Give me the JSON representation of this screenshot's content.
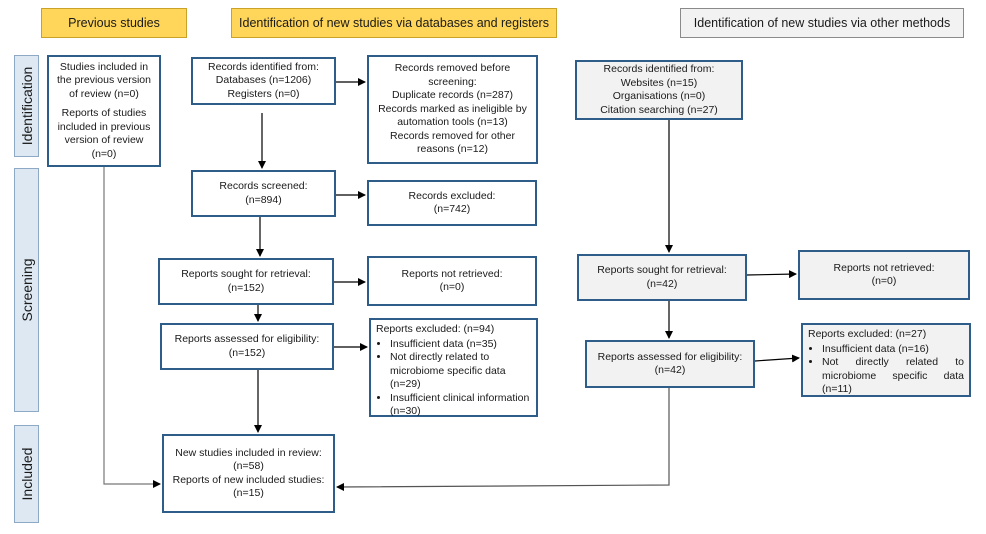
{
  "headers": {
    "previous": "Previous studies",
    "databases": "Identification of new studies via databases and registers",
    "other": "Identification of new studies via other methods"
  },
  "stages": [
    "Identification",
    "Screening",
    "Included"
  ],
  "previous": {
    "lines": [
      "Studies included in",
      "the previous version",
      "of review (n=0)",
      "",
      "Reports of studies",
      "included in previous",
      "version of review",
      "(n=0)"
    ]
  },
  "db": {
    "identified": [
      "Records identified from:",
      "Databases (n=1206)",
      "Registers (n=0)"
    ],
    "removed": [
      "Records removed before",
      "screening:",
      "Duplicate records (n=287)",
      "Records marked as ineligible by",
      "automation tools (n=13)",
      "Records removed for other",
      "reasons (n=12)"
    ],
    "screened": [
      "Records screened:",
      "(n=894)"
    ],
    "excluded": [
      "Records excluded:",
      "(n=742)"
    ],
    "sought": [
      "Reports sought for retrieval:",
      "(n=152)"
    ],
    "not_retrieved": [
      "Reports not retrieved:",
      "(n=0)"
    ],
    "assessed": [
      "Reports assessed for eligibility:",
      "(n=152)"
    ],
    "reports_excluded": {
      "title": "Reports excluded: (n=94)",
      "items": [
        "Insufficient data (n=35)",
        "Not directly related to microbiome specific data (n=29)",
        "Insufficient clinical information (n=30)"
      ]
    },
    "included": [
      "New studies included in review:",
      "(n=58)",
      "Reports of new included studies:",
      "(n=15)"
    ]
  },
  "other": {
    "identified": [
      "Records identified from:",
      "Websites (n=15)",
      "Organisations (n=0)",
      "Citation searching (n=27)"
    ],
    "sought": [
      "Reports sought for retrieval:",
      "(n=42)"
    ],
    "not_retrieved": [
      "Reports not retrieved:",
      "(n=0)"
    ],
    "assessed": [
      "Reports assessed for eligibility:",
      "(n=42)"
    ],
    "reports_excluded": {
      "title": "Reports excluded: (n=27)",
      "items": [
        "Insufficient data (n=16)",
        "Not directly related to microbiome specific data (n=11)"
      ]
    }
  },
  "colors": {
    "box_border": "#2f5d8a",
    "header_yellow": "#ffd65a",
    "side_fill": "#dde8f3"
  }
}
